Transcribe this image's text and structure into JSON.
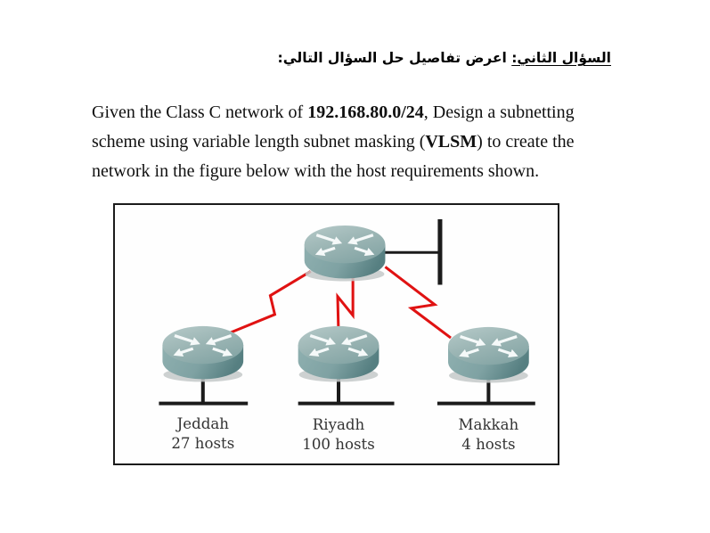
{
  "page": {
    "heading_arabic": {
      "underlined_part": "السؤال الثاني:",
      "rest_part": " اعرض تفاصيل حل السؤال التالي:"
    },
    "question_lines": [
      [
        {
          "t": "Given the Class C network of ",
          "b": 0
        },
        {
          "t": "192.168.80.0/24",
          "b": 1
        },
        {
          "t": ", Design a subnetting",
          "b": 0
        }
      ],
      [
        {
          "t": "scheme using variable length subnet masking (",
          "b": 0
        },
        {
          "t": "VLSM",
          "b": 1
        },
        {
          "t": ") to create the",
          "b": 0
        }
      ],
      [
        {
          "t": "network in the figure below with the host requirements shown.",
          "b": 0
        }
      ]
    ]
  },
  "figure": {
    "description": "Hub-and-spoke network: central router with one LAN segment, three serial links to site routers",
    "sites": [
      {
        "name": "Jeddah",
        "hosts": "27 hosts",
        "hosts_count": 27
      },
      {
        "name": "Riyadh",
        "hosts": "100 hosts",
        "hosts_count": 100
      },
      {
        "name": "Makkah",
        "hosts": "4 hosts",
        "hosts_count": 4
      }
    ],
    "colors": {
      "serial_link": "#e01212",
      "line": "#1b1b1b",
      "router_top_light": "#b6cac9",
      "router_top": "#93b1b0",
      "router_body": "#7fa2a3",
      "router_body_dark": "#567f81",
      "router_shadow": "#c4c9c9",
      "arrow": "#f5f9f9"
    }
  }
}
